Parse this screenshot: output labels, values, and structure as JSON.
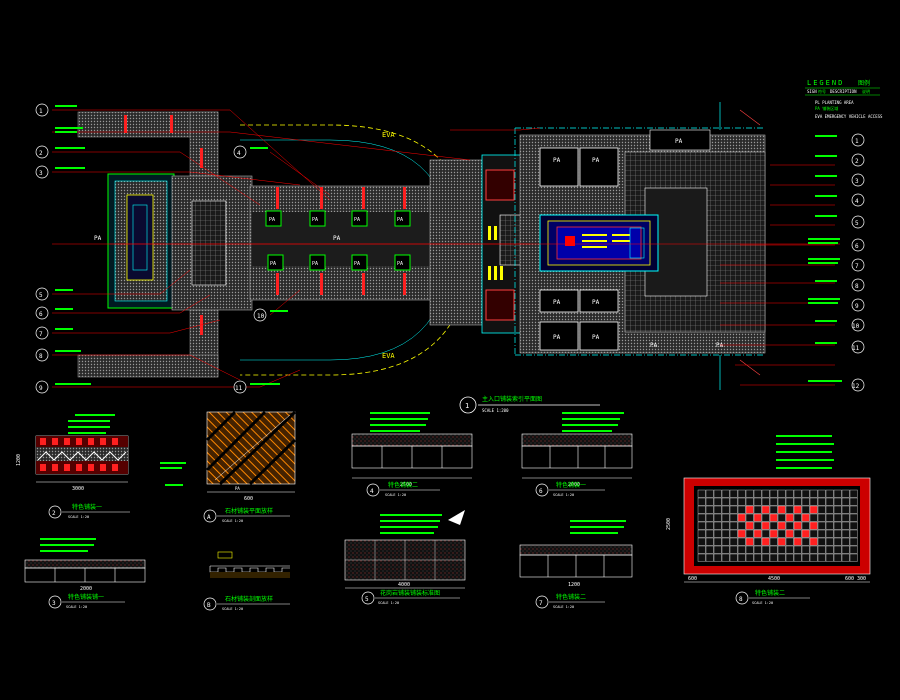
{
  "legend": {
    "title": "LEGEND",
    "col1": "图例",
    "row_labels": [
      "SIGN",
      "符号",
      "DESCRIPTION",
      "说明"
    ],
    "items": [
      "PL  PLANTING AREA",
      "PA  铺装区域",
      "EVA  EMERGENCY VEHICLE ACCESS"
    ]
  },
  "plan": {
    "pa_labels": [
      "PA",
      "PA",
      "PA",
      "PA",
      "PA",
      "PA",
      "PA",
      "PA",
      "PA",
      "PA",
      "PA",
      "PA",
      "PA",
      "PA",
      "PA",
      "PA",
      "PA",
      "PA",
      "PA"
    ],
    "eva_labels": [
      "EVA",
      "EVA"
    ],
    "title_num": "1",
    "title": "主入口铺装索引平面图",
    "scale": "SCALE 1:200"
  },
  "callouts_left": [
    "1",
    "2",
    "3",
    "4",
    "5",
    "6",
    "7",
    "8",
    "9",
    "10",
    "11"
  ],
  "callouts_right": [
    "1",
    "2",
    "3",
    "4",
    "5",
    "6",
    "7",
    "8",
    "9",
    "10",
    "11",
    "12"
  ],
  "details": [
    {
      "num": "2",
      "title": "特色铺装一",
      "scale": "SCALE 1:20"
    },
    {
      "num": "A",
      "title": "石材铺装平面放样",
      "scale": "SCALE 1:20"
    },
    {
      "num": "4",
      "title": "特色铺装二",
      "scale": "SCALE 1:20"
    },
    {
      "num": "6",
      "title": "特色铺装一",
      "scale": "SCALE 1:20"
    },
    {
      "num": "3",
      "title": "特色铺装铺一",
      "scale": "SCALE 1:20"
    },
    {
      "num": "B",
      "title": "石材铺装剖面放样",
      "scale": "SCALE 1:20"
    },
    {
      "num": "5",
      "title": "花岗岩铺装铺装标准图",
      "scale": "SCALE 1:20"
    },
    {
      "num": "7",
      "title": "特色铺装二",
      "scale": "SCALE 1:20"
    },
    {
      "num": "8",
      "title": "特色铺装二",
      "scale": "SCALE 1:20"
    }
  ],
  "dims": {
    "d2_w": "3000",
    "d2_h": "1200",
    "dA_w": "600",
    "d4_w": "2500",
    "d6_w": "2000",
    "d3_w": "2000",
    "d5_w": "4000",
    "d7_w": "1200",
    "d8_w": "4500",
    "d8_l": "600",
    "d8_r": "600 300",
    "d8_h": "2500"
  },
  "colors": {
    "background": "#000000",
    "leader": "#ff0000",
    "paving": "#888888",
    "boundary": "#00ffff",
    "label": "#00ff00",
    "eva": "#ffff00"
  }
}
